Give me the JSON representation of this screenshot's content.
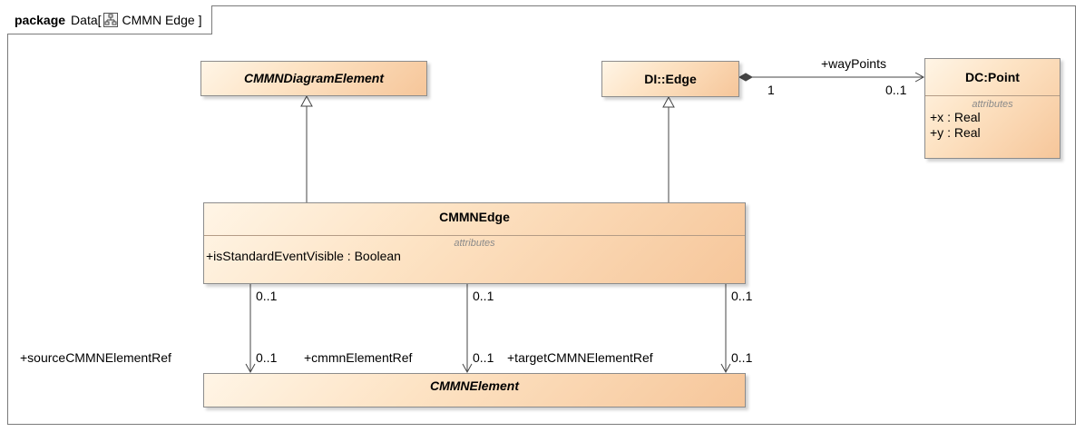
{
  "package": {
    "keyword": "package",
    "name": "Data",
    "bracket_open": "[",
    "diagram_name": "CMMN Edge",
    "bracket_close": "]"
  },
  "classes": {
    "cmmn_diagram_element": {
      "name": "CMMNDiagramElement",
      "abstract": true
    },
    "di_edge": {
      "name": "DI::Edge"
    },
    "dc_point": {
      "name": "DC:Point",
      "compartment": "attributes",
      "attributes": [
        {
          "name": "+x",
          "type": " : Real"
        },
        {
          "name": "+y",
          "type": " : Real"
        }
      ]
    },
    "cmmn_edge": {
      "name": "CMMNEdge",
      "compartment": "attributes",
      "attributes": [
        {
          "name": "+isStandardEventVisible",
          "type": " : Boolean"
        }
      ]
    },
    "cmmn_element": {
      "name": "CMMNElement",
      "abstract": true
    }
  },
  "associations": {
    "waypoints": {
      "role": "+wayPoints",
      "source_mult": "1",
      "target_mult": "0..1"
    },
    "source_ref": {
      "role": "+sourceCMMNElementRef",
      "source_mult": "0..1",
      "target_mult": "0..1"
    },
    "cmmn_ref": {
      "role": "+cmmnElementRef",
      "source_mult": "0..1",
      "target_mult": "0..1"
    },
    "target_ref": {
      "role": "+targetCMMNElementRef",
      "source_mult": "0..1",
      "target_mult": "0..1"
    }
  },
  "colors": {
    "class_fill_light": "#fff5e6",
    "class_fill_dark": "#f6c69a",
    "border": "#8c8c8c",
    "line": "#444444"
  }
}
